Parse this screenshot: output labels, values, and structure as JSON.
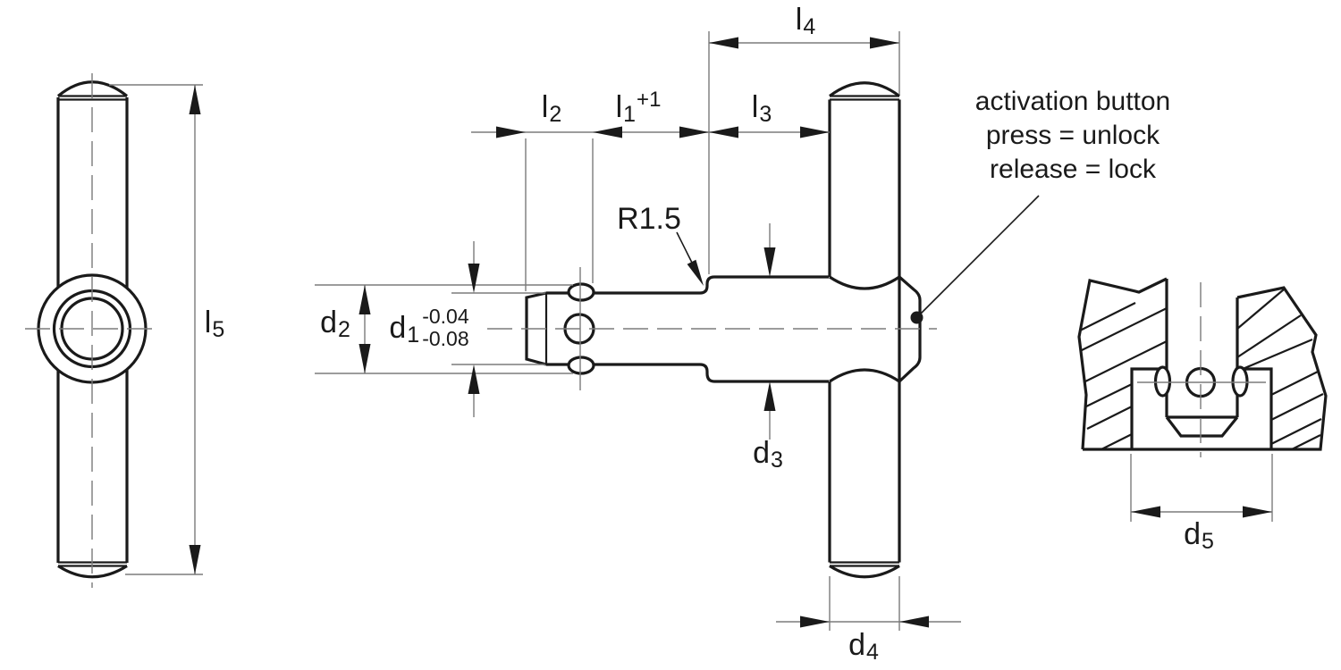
{
  "drawing_title": "ball lock pin with T-handle technical drawing",
  "colors": {
    "outline": "#1a1a1a",
    "thin_line": "#7b7b7b",
    "background": "#ffffff"
  },
  "dimension_labels": {
    "l2": {
      "base": "l",
      "sub": "2"
    },
    "l1": {
      "base": "l",
      "sub": "1",
      "sup": "+1"
    },
    "l3": {
      "base": "l",
      "sub": "3"
    },
    "l4": {
      "base": "l",
      "sub": "4"
    },
    "l5": {
      "base": "l",
      "sub": "5"
    },
    "d1": {
      "base": "d",
      "sub": "1",
      "tol_upper": "-0.04",
      "tol_lower": "-0.08"
    },
    "d2": {
      "base": "d",
      "sub": "2"
    },
    "d3": {
      "base": "d",
      "sub": "3"
    },
    "d4": {
      "base": "d",
      "sub": "4"
    },
    "d5": {
      "base": "d",
      "sub": "5"
    },
    "radius": "R1.5"
  },
  "annotations": {
    "activation_line1": "activation button",
    "activation_line2": "press = unlock",
    "activation_line3": "release = lock"
  }
}
